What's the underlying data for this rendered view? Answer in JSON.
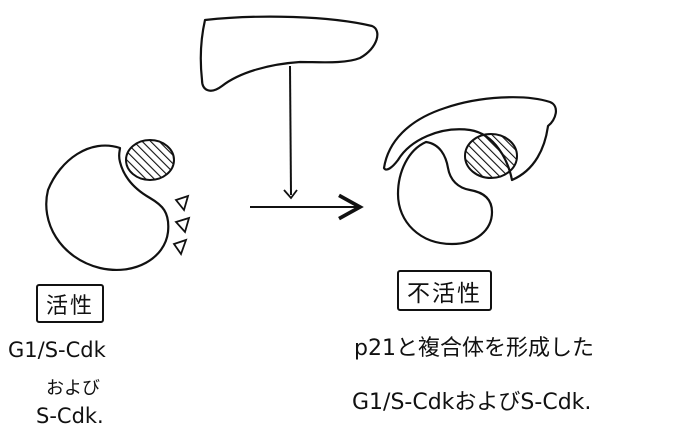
{
  "colors": {
    "ink": "#111111",
    "background": "#ffffff"
  },
  "labels": {
    "active": "活性",
    "active_names": [
      "G1/S-Cdk",
      "および",
      "S-Cdk."
    ],
    "inactive": "不活性",
    "inactive_caption": [
      "p21と複合体を形成した",
      "G1/S-CdkおよびS-Cdk."
    ]
  }
}
